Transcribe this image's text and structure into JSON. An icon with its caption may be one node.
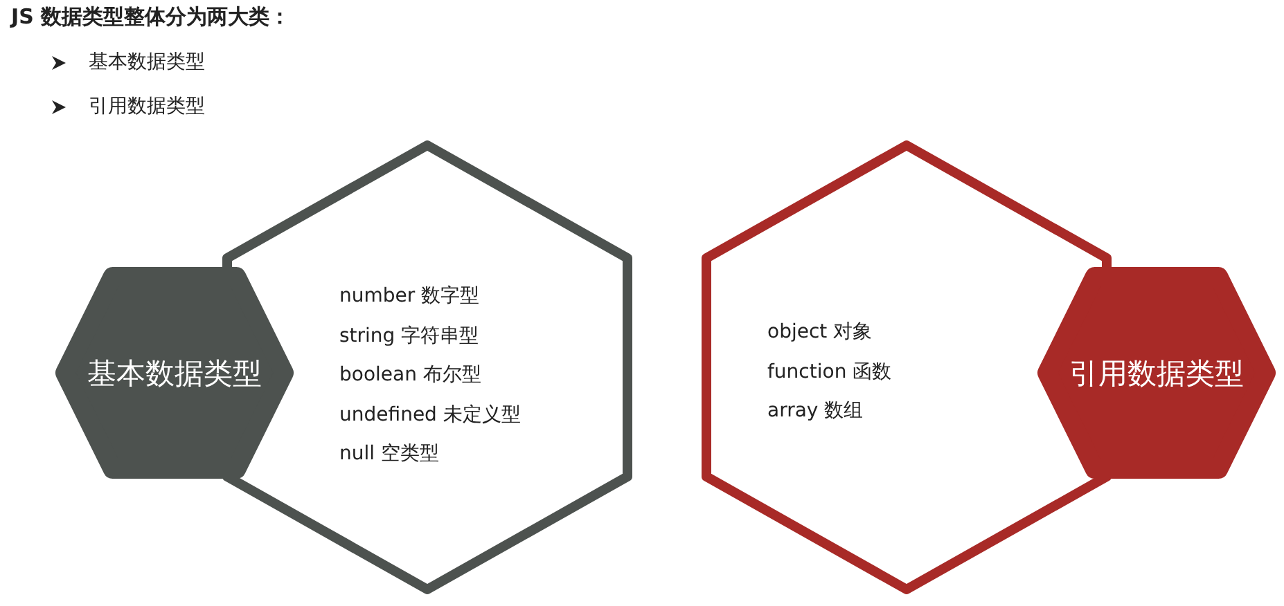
{
  "diagram": {
    "title": "JS 数据类型整体分为两大类：",
    "nodes": [
      {
        "text": [
          "number 数字型",
          "string 字符串型",
          "boolean  布尔型",
          "undefined 未定义型",
          "null  空类型"
        ]
      },
      {
        "text": [
          "基本数据类型"
        ]
      },
      {
        "text": [
          "object 对象",
          "function  函数",
          "array  数组"
        ]
      },
      {
        "text": [
          "引用数据类型"
        ]
      }
    ],
    "labels": [
      "基本数据类型",
      "引用数据类型"
    ]
  }
}
